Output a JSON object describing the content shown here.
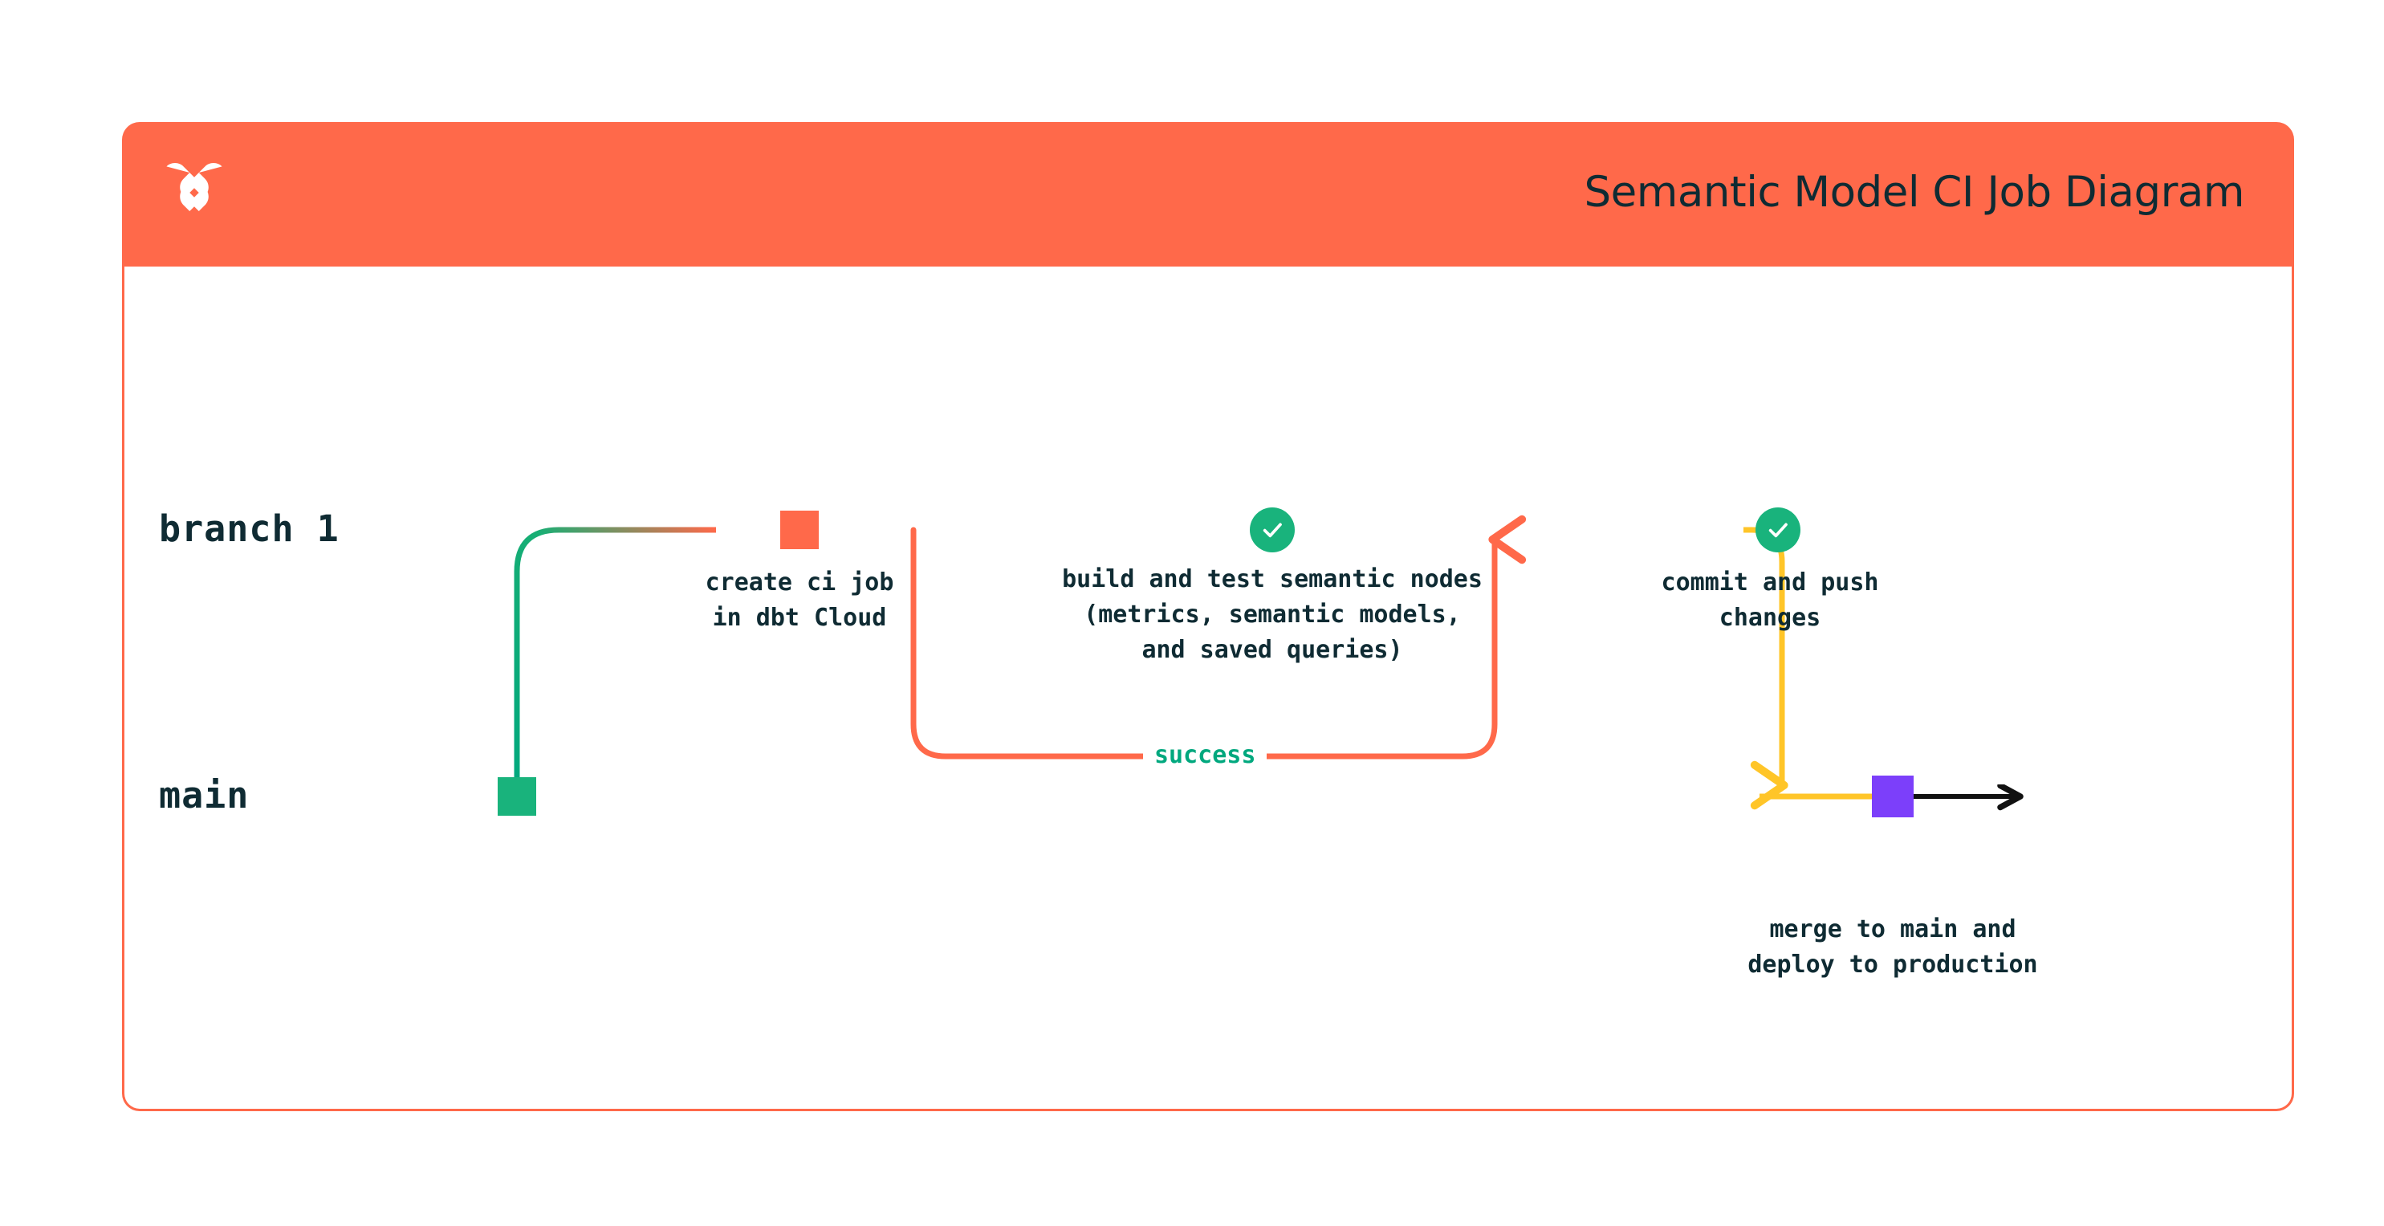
{
  "card": {
    "title": "Semantic Model CI Job Diagram",
    "logo_icon": "dbt-logo-icon",
    "header_color": "#FF694A",
    "border_color": "#FF694A"
  },
  "lanes": [
    {
      "key": "branch1",
      "label": "branch 1",
      "color": "#FF694A"
    },
    {
      "key": "main",
      "label": "main",
      "color": "#00A87E"
    }
  ],
  "nodes": [
    {
      "key": "main_start",
      "marker": "square",
      "color": "#19B37C",
      "lane": "main",
      "caption": ""
    },
    {
      "key": "create_ci_job",
      "marker": "square",
      "color": "#FF694A",
      "lane": "branch1",
      "caption": "create ci job\nin dbt Cloud"
    },
    {
      "key": "build_and_test",
      "marker": "check-circle",
      "color": "#19B37C",
      "lane": "branch1",
      "caption": "build and test semantic nodes\n(metrics, semantic models,\nand saved queries)"
    },
    {
      "key": "commit_and_push",
      "marker": "check-circle",
      "color": "#19B37C",
      "lane": "branch1",
      "caption": "commit and push\nchanges"
    },
    {
      "key": "merge_to_main",
      "marker": "square",
      "color": "#7C3FFA",
      "lane": "main",
      "caption": "merge to main and\ndeploy to production"
    }
  ],
  "edges": [
    {
      "key": "branch_off",
      "label": "",
      "color_from": "#00A87E",
      "color_to": "#FF694A"
    },
    {
      "key": "success_loop",
      "label": "success",
      "color": "#FF694A",
      "label_color": "#00A87E"
    },
    {
      "key": "branch_to_main",
      "label": "",
      "color_from": "#FF694A",
      "color_to": "#FFC528"
    },
    {
      "key": "main_continue",
      "label": "",
      "color": "#111111"
    }
  ],
  "colors": {
    "dbt_orange": "#FF694A",
    "dbt_green": "#19B37C",
    "dbt_teal": "#00A87E",
    "dbt_yellow": "#FFC528",
    "dbt_purple": "#7C3FFA",
    "dbt_navy": "#0F2B33"
  }
}
